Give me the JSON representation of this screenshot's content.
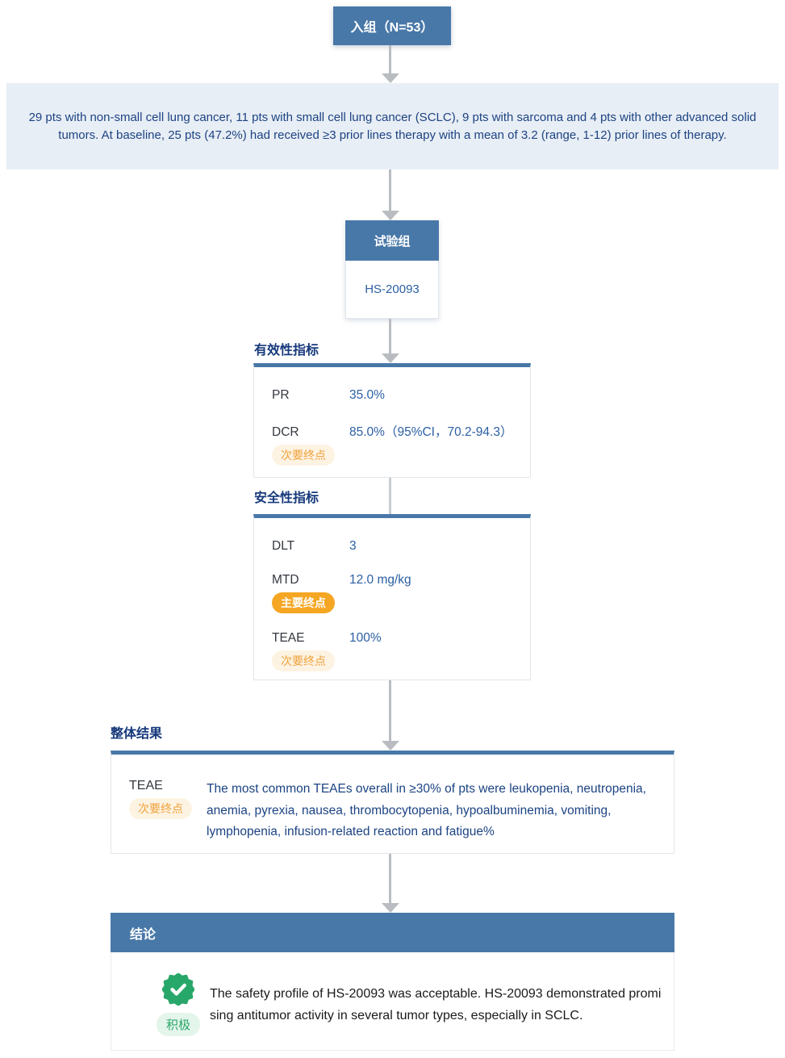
{
  "flow": {
    "enroll": {
      "label": "入组（N=53）"
    },
    "baseline": {
      "text": "29 pts with non-small cell lung cancer, 11 pts with small cell lung cancer (SCLC), 9 pts with sarcoma and 4 pts with other advanced solid tumors. At baseline, 25 pts (47.2%) had received ≥3 prior lines therapy with a mean of 3.2 (range, 1-12) prior lines of therapy."
    },
    "trial_group": {
      "header": "试验组",
      "name": "HS-20093"
    },
    "efficacy": {
      "title": "有效性指标",
      "rows": [
        {
          "label": "PR",
          "value": "35.0%"
        },
        {
          "label": "DCR",
          "value": "85.0%（95%CI，70.2-94.3）",
          "badge": "次要终点"
        }
      ]
    },
    "safety": {
      "title": "安全性指标",
      "rows": [
        {
          "label": "DLT",
          "value": "3"
        },
        {
          "label": "MTD",
          "value": "12.0 mg/kg",
          "badge": "主要终点"
        },
        {
          "label": "TEAE",
          "value": "100%",
          "badge": "次要终点"
        }
      ]
    },
    "overall": {
      "title": "整体结果",
      "label": "TEAE",
      "badge": "次要终点",
      "text": "The most common TEAEs overall in ≥30% of pts were leukopenia, neutropenia, anemia, pyrexia, nausea, thrombocytopenia, hypoalbuminemia, vomiting, lymphopenia, infusion-related reaction and fatigue%"
    },
    "conclusion": {
      "header": "结论",
      "sentiment": "积极",
      "text": "The safety profile of HS-20093 was acceptable. HS-20093 demonstrated promising antitumor activity in several tumor types, especially in SCLC."
    }
  },
  "colors": {
    "primary_blue": "#4878a8",
    "navy_text": "#1c4383",
    "value_blue": "#2b5fa3",
    "badge_orange": "#f5a623",
    "badge_orange_light_bg": "#fdf3e2",
    "green": "#28a76a",
    "green_light_bg": "#e4f5ec",
    "arrow_gray": "#b9bdc1",
    "banner_bg": "#e8eef5"
  }
}
